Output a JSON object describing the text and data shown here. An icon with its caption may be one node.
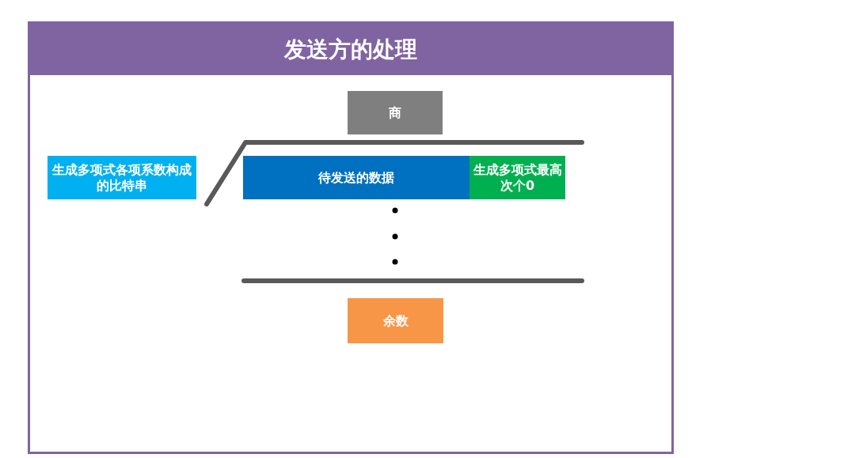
{
  "diagram": {
    "nodes": [
      {
        "text": [
          "发送方的处理"
        ]
      },
      {
        "text": [
          "商"
        ],
        "in": 0
      },
      {
        "text": [
          "生成多项式各项系数构成的比特串"
        ],
        "in": 0
      },
      {
        "text": [
          "待发送的数据"
        ],
        "in": 0
      },
      {
        "text": [
          "生成多项式最高次个0"
        ],
        "in": 0
      },
      {
        "text": [
          "余数"
        ],
        "in": 0
      }
    ]
  }
}
